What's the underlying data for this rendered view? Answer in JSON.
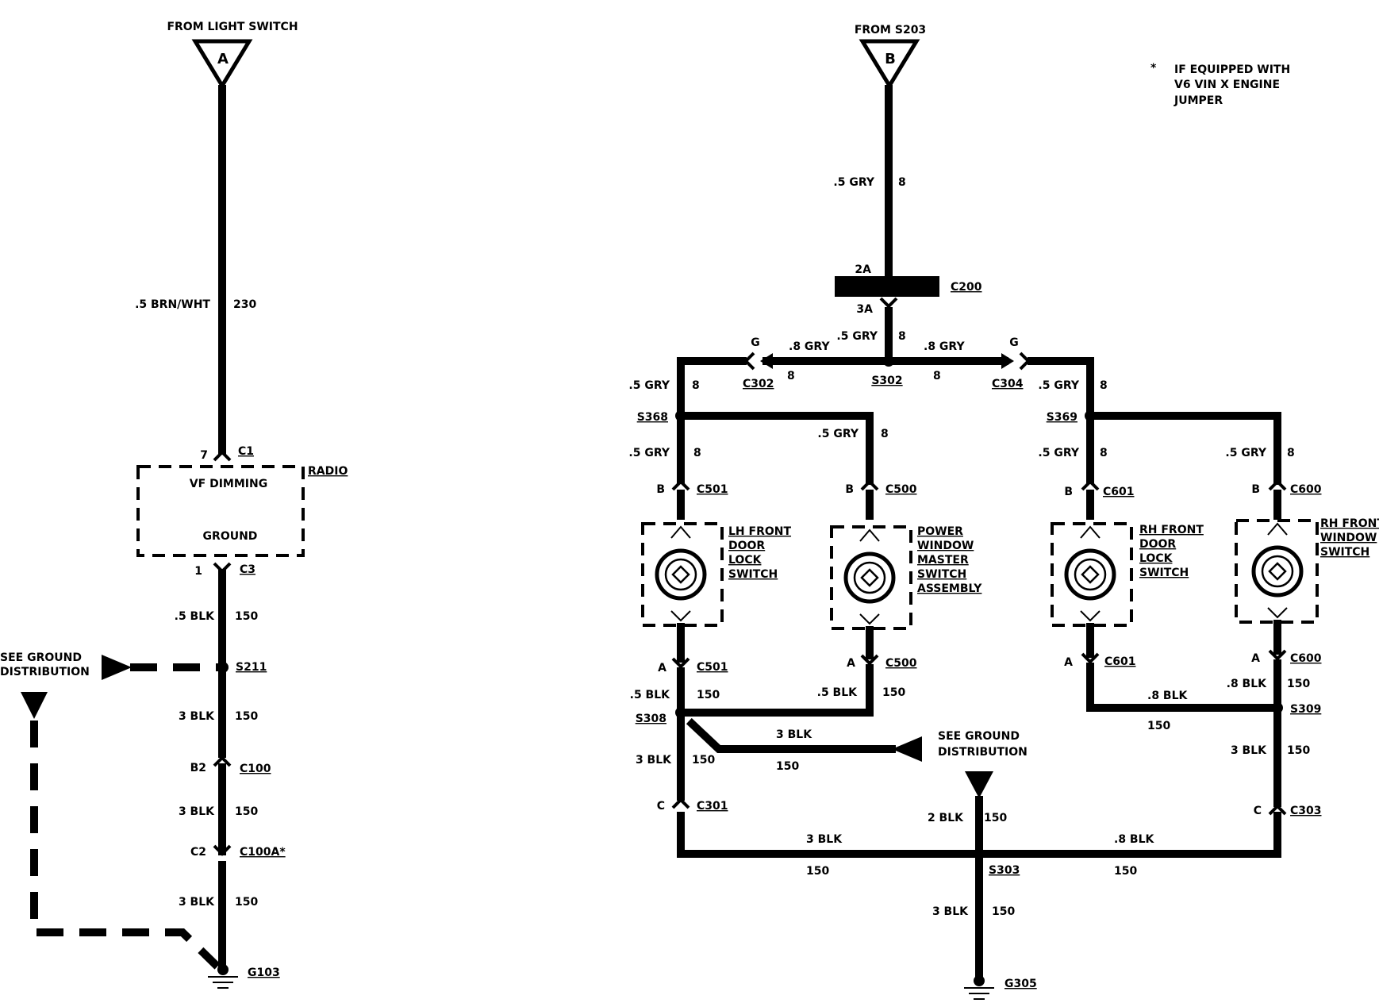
{
  "sources": {
    "a_label": "FROM LIGHT SWITCH",
    "a_letter": "A",
    "b_label": "FROM S203",
    "b_letter": "B"
  },
  "note": {
    "mark": "*",
    "line1": "IF EQUIPPED WITH",
    "line2": "V6 VIN X ENGINE",
    "line3": "JUMPER"
  },
  "left": {
    "wire_230": ".5 BRN/WHT",
    "ckt_230": "230",
    "c1_pin": "7",
    "c1": "C1",
    "radio": "RADIO",
    "vf_dimming": "VF DIMMING",
    "ground": "GROUND",
    "c3_pin": "1",
    "c3": "C3",
    "w1": ".5 BLK",
    "ckt1": "150",
    "s211": "S211",
    "see_ground_1": "SEE GROUND",
    "see_ground_2": "DISTRIBUTION",
    "w2": "3 BLK",
    "ckt2": "150",
    "c100_pin": "B2",
    "c100": "C100",
    "w3": "3 BLK",
    "ckt3": "150",
    "c100a_pin": "C2",
    "c100a": "C100A*",
    "w4": "3 BLK",
    "ckt4": "150",
    "g103": "G103"
  },
  "right": {
    "w_top": ".5 GRY",
    "ckt_top": "8",
    "c200_pin_top": "2A",
    "c200": "C200",
    "c200_pin_bot": "3A",
    "w_s302": ".5 GRY",
    "ckt_s302": "8",
    "s302": "S302",
    "g_left": "G",
    "g_right": "G",
    "w_left_br": ".8 GRY",
    "ckt_left_br": "8",
    "w_right_br": ".8 GRY",
    "ckt_right_br": "8",
    "c302": "C302",
    "c304": "C304",
    "w_l1": ".5 GRY",
    "ckt_l1": "8",
    "s368": "S368",
    "w_l2": ".5 GRY",
    "ckt_l2": "8",
    "w_m1": ".5 GRY",
    "ckt_m1": "8",
    "w_r1": ".5 GRY",
    "ckt_r1": "8",
    "s369": "S369",
    "w_r2": ".5 GRY",
    "ckt_r2": "8",
    "w_rr1": ".5 GRY",
    "ckt_rr1": "8",
    "pin_b1": "B",
    "c501_top": "C501",
    "pin_b2": "B",
    "c500_top": "C500",
    "pin_b3": "B",
    "c601_top": "C601",
    "pin_b4": "B",
    "c600_top": "C600",
    "sw1": [
      "LH FRONT",
      "DOOR",
      "LOCK",
      "SWITCH"
    ],
    "sw2": [
      "POWER",
      "WINDOW",
      "MASTER",
      "SWITCH",
      "ASSEMBLY"
    ],
    "sw3": [
      "RH FRONT",
      "DOOR",
      "LOCK",
      "SWITCH"
    ],
    "sw4": [
      "RH FRONT",
      "WINDOW",
      "SWITCH"
    ],
    "pin_a1": "A",
    "c501_bot": "C501",
    "pin_a2": "A",
    "c500_bot": "C500",
    "pin_a3": "A",
    "c601_bot": "C601",
    "pin_a4": "A",
    "c600_bot": "C600",
    "w_lb1": ".5 BLK",
    "ckt_lb1": "150",
    "w_mb1": ".5 BLK",
    "ckt_mb1": "150",
    "s308": "S308",
    "w_rb1": ".8 BLK",
    "ckt_rb1": "150",
    "w_rrb1": ".8 BLK",
    "ckt_rrb1": "150",
    "s309": "S309",
    "w_gnd_br": "3 BLK",
    "ckt_gnd_br": "150",
    "see_ground_1": "SEE GROUND",
    "see_ground_2": "DISTRIBUTION",
    "w_l3": "3 BLK",
    "ckt_l3": "150",
    "w_r3": "3 BLK",
    "ckt_r3": "150",
    "pin_c1": "C",
    "c301": "C301",
    "pin_c2": "C",
    "c303": "C303",
    "w_center": "2 BLK",
    "ckt_center": "150",
    "w_bot_l": "3 BLK",
    "ckt_bot_l": "150",
    "w_bot_r": ".8 BLK",
    "ckt_bot_r": "150",
    "s303": "S303",
    "w_g305": "3 BLK",
    "ckt_g305": "150",
    "g305": "G305"
  }
}
